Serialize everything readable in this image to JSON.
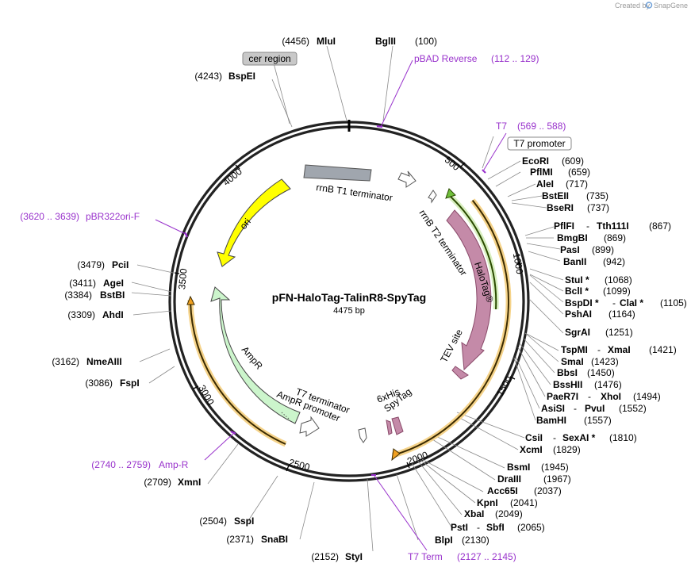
{
  "credit": {
    "prefix": "Created by",
    "brand": "SnapGene"
  },
  "plasmid": {
    "name": "pFN-HaloTag-TalinR8-SpyTag",
    "length": "4475 bp"
  },
  "ticks": [
    "500",
    "1000",
    "1500",
    "2000",
    "2500",
    "3000",
    "3500",
    "4000"
  ],
  "boxed_labels": {
    "cer": "cer region",
    "t7promoter": "T7 promoter"
  },
  "features": {
    "rrnb_t1": "rrnB T1 terminator",
    "rrnb_t2": "rrnB T2 terminator",
    "halotag": "HaloTag®",
    "tev": "TEV site",
    "his": "6xHis",
    "spytag": "SpyTag",
    "t7term": "T7 terminator",
    "ampr_prom": "AmpR promoter",
    "ampr": "AmpR",
    "ori": "ori"
  },
  "sites": {
    "mlui": {
      "pos": "(4456)",
      "name": "MluI"
    },
    "bglii": {
      "pos": "(100)",
      "name": "BglII"
    },
    "bspei": {
      "pos": "(4243)",
      "name": "BspEI"
    },
    "ecori": {
      "pos": "(609)",
      "name": "EcoRI"
    },
    "pflmi": {
      "pos": "(659)",
      "name": "PflMI"
    },
    "alei": {
      "pos": "(717)",
      "name": "AleI"
    },
    "bsteii": {
      "pos": "(735)",
      "name": "BstEII"
    },
    "bseri": {
      "pos": "(737)",
      "name": "BseRI"
    },
    "pflfi": {
      "name": "PflFI",
      "sep": "-",
      "name2": "Tth111I",
      "pos": "(867)"
    },
    "bmgbi": {
      "pos": "(869)",
      "name": "BmgBI"
    },
    "pasi": {
      "pos": "(899)",
      "name": "PasI"
    },
    "banii": {
      "pos": "(942)",
      "name": "BanII"
    },
    "stui": {
      "name": "StuI *",
      "pos": "(1068)"
    },
    "bcli": {
      "name": "BclI *",
      "pos": "(1099)"
    },
    "bspdi": {
      "name": "BspDI *",
      "sep": "-",
      "name2": "ClaI *",
      "pos": "(1105)"
    },
    "pshai": {
      "name": "PshAI",
      "pos": "(1164)"
    },
    "sgrai": {
      "name": "SgrAI",
      "pos": "(1251)"
    },
    "tspmi": {
      "name": "TspMI",
      "sep": "-",
      "name2": "XmaI",
      "pos": "(1421)"
    },
    "smai": {
      "name": "SmaI",
      "pos": "(1423)"
    },
    "bbsi": {
      "name": "BbsI",
      "pos": "(1450)"
    },
    "bsshii": {
      "name": "BssHII",
      "pos": "(1476)"
    },
    "paer7i": {
      "name": "PaeR7I",
      "sep": "-",
      "name2": "XhoI",
      "pos": "(1494)"
    },
    "asisi": {
      "name": "AsiSI",
      "sep": "-",
      "name2": "PvuI",
      "pos": "(1552)"
    },
    "bamhi": {
      "name": "BamHI",
      "pos": "(1557)"
    },
    "csii": {
      "name": "CsiI",
      "sep": "-",
      "name2": "SexAI *",
      "pos": "(1810)"
    },
    "xcmi": {
      "name": "XcmI",
      "pos": "(1829)"
    },
    "bsmi": {
      "name": "BsmI",
      "pos": "(1945)"
    },
    "draiii": {
      "name": "DraIII",
      "pos": "(1967)"
    },
    "acc65i": {
      "name": "Acc65I",
      "pos": "(2037)"
    },
    "kpni": {
      "name": "KpnI",
      "pos": "(2041)"
    },
    "xbai": {
      "name": "XbaI",
      "pos": "(2049)"
    },
    "psti": {
      "name": "PstI",
      "sep": "-",
      "name2": "SbfI",
      "pos": "(2065)"
    },
    "blpi": {
      "name": "BlpI",
      "pos": "(2130)"
    },
    "styi": {
      "pos": "(2152)",
      "name": "StyI"
    },
    "snabi": {
      "pos": "(2371)",
      "name": "SnaBI"
    },
    "sspi": {
      "pos": "(2504)",
      "name": "SspI"
    },
    "xmni": {
      "pos": "(2709)",
      "name": "XmnI"
    },
    "fspi": {
      "pos": "(3086)",
      "name": "FspI"
    },
    "nmeaiii": {
      "pos": "(3162)",
      "name": "NmeAIII"
    },
    "ahdi": {
      "pos": "(3309)",
      "name": "AhdI"
    },
    "bstbi": {
      "pos": "(3384)",
      "name": "BstBI"
    },
    "agei": {
      "pos": "(3411)",
      "name": "AgeI"
    },
    "pcii": {
      "pos": "(3479)",
      "name": "PciI"
    }
  },
  "primers": {
    "pbad": {
      "name": "pBAD Reverse",
      "range": "(112 .. 129)"
    },
    "t7": {
      "name": "T7",
      "range": "(569 .. 588)"
    },
    "pbr": {
      "range": "(3620 .. 3639)",
      "name": "pBR322ori-F"
    },
    "ampr": {
      "range": "(2740 .. 2759)",
      "name": "Amp-R"
    },
    "t7term": {
      "name": "T7 Term",
      "range": "(2127 .. 2145)"
    }
  },
  "colors": {
    "backbone": "#222222",
    "halotag": "#c48aa8",
    "tag_outline": "#8a4a6a",
    "ampr": "#ccf5cc",
    "ori": "#ffff00",
    "terminator": "#a0a6ae",
    "orf_orange": "#f0a020",
    "orf_green": "#6fbf3a",
    "primer": "#9933cc",
    "box_gray": "#c8c8c8"
  }
}
